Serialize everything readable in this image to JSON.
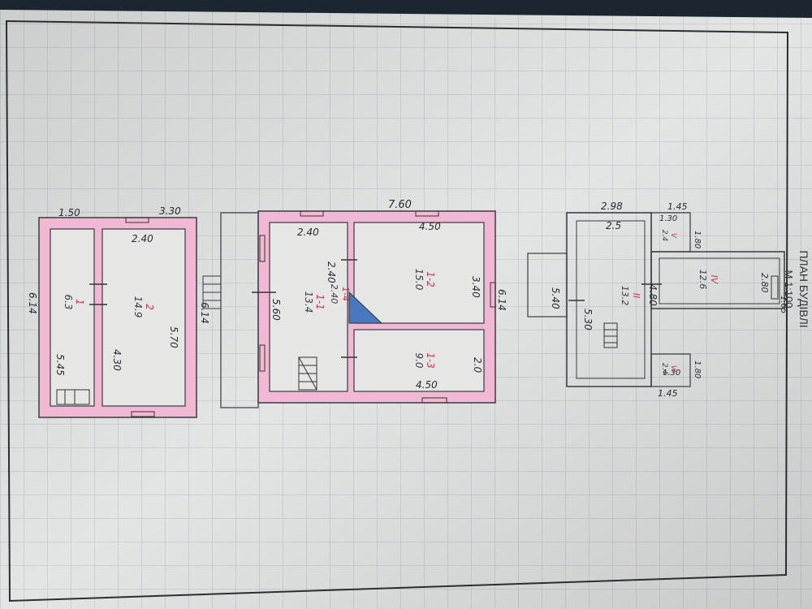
{
  "header": {
    "title": "ПЛАН БУДІВЛІ",
    "scale": "М 1:100"
  },
  "outbuilding": {
    "dims": {
      "top_left": "1.50",
      "top_right": "3.30",
      "left": "6.14",
      "right": "6.14",
      "room2_width": "2.40",
      "room2_length": "5.70",
      "room1_length": "5.45",
      "room2_bottom": "4.30"
    },
    "rooms": [
      {
        "number": "1",
        "area": "6.3"
      },
      {
        "number": "2",
        "area": "14.9"
      }
    ]
  },
  "house": {
    "dims": {
      "overall_width": "7.60",
      "overall_depth": "6.14",
      "room1_width": "2.40",
      "room1_depth": "5.60",
      "room2_width": "4.50",
      "room2_depth": "3.40",
      "room3_width": "4.50",
      "room3_depth": "2.0",
      "corridor": "2.40"
    },
    "rooms": [
      {
        "number": "1-1",
        "area": "13.4"
      },
      {
        "number": "1-2",
        "area": "15.0"
      },
      {
        "number": "1-3",
        "area": "9.0"
      },
      {
        "number": "1-4",
        "area": "2.40"
      }
    ]
  },
  "annex": {
    "dims": {
      "top_width": "2.98",
      "small_top": "1.45",
      "top_inner": "2.5",
      "small_room_w": "1.30",
      "small_room_h": "1.80",
      "left_depth": "5.30",
      "porch_depth": "5.40",
      "room_inner": "4.80",
      "right_depth": "2.80",
      "bottom_small": "1.45",
      "small_room_b": "1.30",
      "small_room_bh": "1.80",
      "right_stub": "1.05"
    },
    "rooms": [
      {
        "number": "II",
        "area": "13.2"
      },
      {
        "number": "IV",
        "area": "12.6"
      },
      {
        "number": "V",
        "area": "2.4"
      },
      {
        "number": "VI",
        "area": "2.4"
      }
    ]
  }
}
